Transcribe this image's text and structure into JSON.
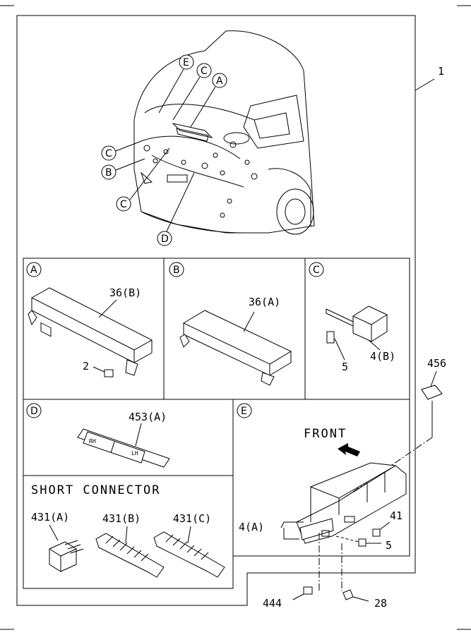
{
  "callouts": {
    "main": "1",
    "cab_circles": [
      "E",
      "C",
      "A",
      "C",
      "B",
      "C",
      "D"
    ],
    "small_part": "456"
  },
  "panels": {
    "A": {
      "letter": "A",
      "labels": [
        "36(B)",
        "2"
      ]
    },
    "B": {
      "letter": "B",
      "labels": [
        "36(A)"
      ]
    },
    "C": {
      "letter": "C",
      "labels": [
        "4(B)",
        "5"
      ]
    },
    "D": {
      "letter": "D",
      "labels": [
        "453(A)"
      ],
      "tag_left": "RH",
      "tag_right": "LH"
    },
    "E": {
      "letter": "E",
      "front": "FRONT",
      "labels": [
        "41",
        "4(A)",
        "5"
      ]
    },
    "short": {
      "title": "SHORT CONNECTOR",
      "labels": [
        "431(A)",
        "431(B)",
        "431(C)"
      ]
    }
  },
  "bottom": {
    "labels": [
      "444",
      "28"
    ]
  }
}
